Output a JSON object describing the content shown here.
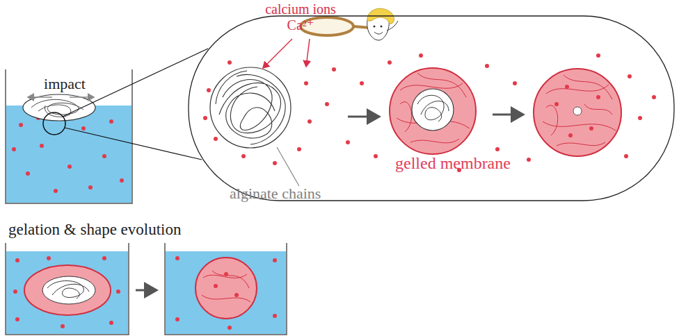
{
  "diagram": {
    "nodes": [
      {
        "text": [
          "gelled membrane"
        ]
      }
    ],
    "labels": [
      "calcium ions Ca²⁺",
      "impact",
      "alginate chains",
      "gelation & shape evolution"
    ]
  }
}
